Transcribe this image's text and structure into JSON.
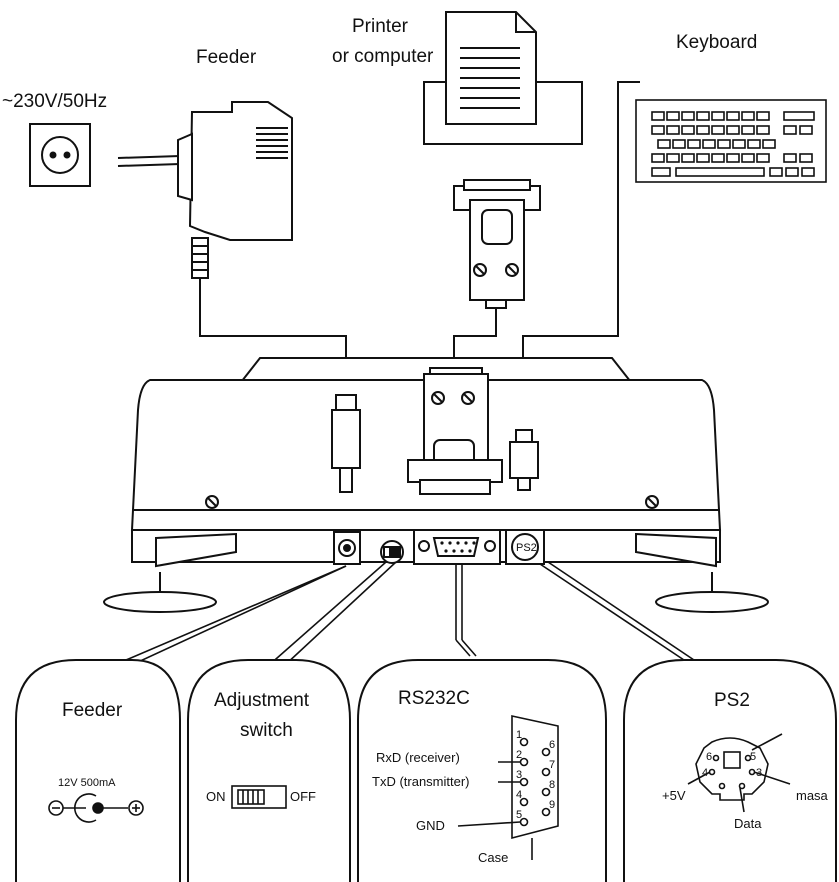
{
  "labels": {
    "mains": "~230V/50Hz",
    "feeder": "Feeder",
    "printer_line1": "Printer",
    "printer_line2": "or computer",
    "keyboard": "Keyboard"
  },
  "panels": {
    "feeder": {
      "title": "Feeder",
      "rating": "12V 500mA",
      "minus": "⊖",
      "plus": "⊕"
    },
    "adjustment": {
      "title_line1": "Adjustment",
      "title_line2": "switch",
      "on": "ON",
      "off": "OFF"
    },
    "rs232": {
      "title": "RS232C",
      "rxd": "RxD (receiver)",
      "txd": "TxD (transmitter)",
      "gnd": "GND",
      "case": "Case",
      "pins": [
        "1",
        "6",
        "2",
        "7",
        "3",
        "8",
        "4",
        "9",
        "5"
      ]
    },
    "ps2": {
      "title": "PS2",
      "plus5v": "+5V",
      "masa": "masa",
      "data": "Data",
      "pins": [
        "6",
        "5",
        "4",
        "3"
      ]
    }
  },
  "device": {
    "ps2_port_label": "PS2"
  }
}
